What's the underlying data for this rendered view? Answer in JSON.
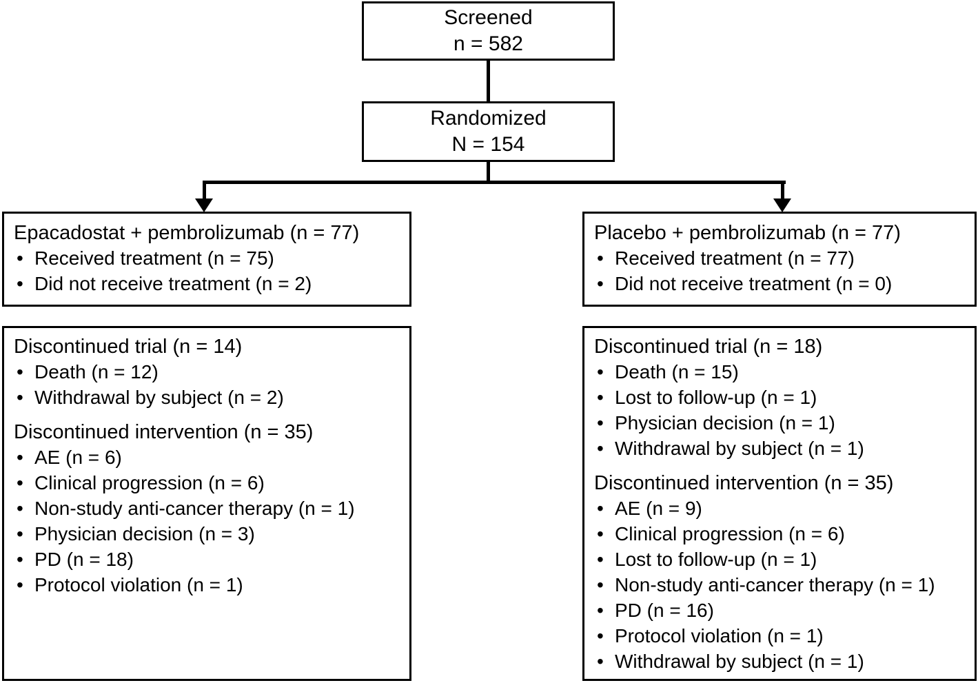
{
  "diagram": {
    "title": "CONSORT participant flow diagram",
    "line_color": "#000000",
    "background_color": "#ffffff",
    "screened": {
      "label": "Screened",
      "count_line": "n = 582"
    },
    "randomized": {
      "label": "Randomized",
      "count_line": "N = 154"
    },
    "arms": [
      {
        "header": "Epacadostat + pembrolizumab (n = 77)",
        "items": [
          "Received treatment (n = 75)",
          "Did not receive treatment (n = 2)"
        ]
      },
      {
        "header": "Placebo + pembrolizumab (n = 77)",
        "items": [
          "Received treatment (n = 77)",
          "Did not receive treatment (n = 0)"
        ]
      }
    ],
    "discontinuations": [
      {
        "trial_header": "Discontinued trial (n = 14)",
        "trial_items": [
          "Death (n = 12)",
          "Withdrawal by subject (n = 2)"
        ],
        "intervention_header": "Discontinued intervention (n = 35)",
        "intervention_items": [
          "AE (n = 6)",
          "Clinical progression (n = 6)",
          "Non-study anti-cancer therapy (n = 1)",
          "Physician decision (n = 3)",
          "PD (n = 18)",
          "Protocol violation (n = 1)"
        ]
      },
      {
        "trial_header": "Discontinued trial (n = 18)",
        "trial_items": [
          "Death (n = 15)",
          "Lost to follow-up (n = 1)",
          "Physician decision (n = 1)",
          "Withdrawal by subject (n = 1)"
        ],
        "intervention_header": "Discontinued intervention (n = 35)",
        "intervention_items": [
          "AE (n = 9)",
          "Clinical progression (n = 6)",
          "Lost to follow-up (n = 1)",
          "Non-study anti-cancer therapy (n = 1)",
          "PD (n = 16)",
          "Protocol violation (n = 1)",
          "Withdrawal by subject (n = 1)"
        ]
      }
    ],
    "bullet_glyph": "•"
  }
}
